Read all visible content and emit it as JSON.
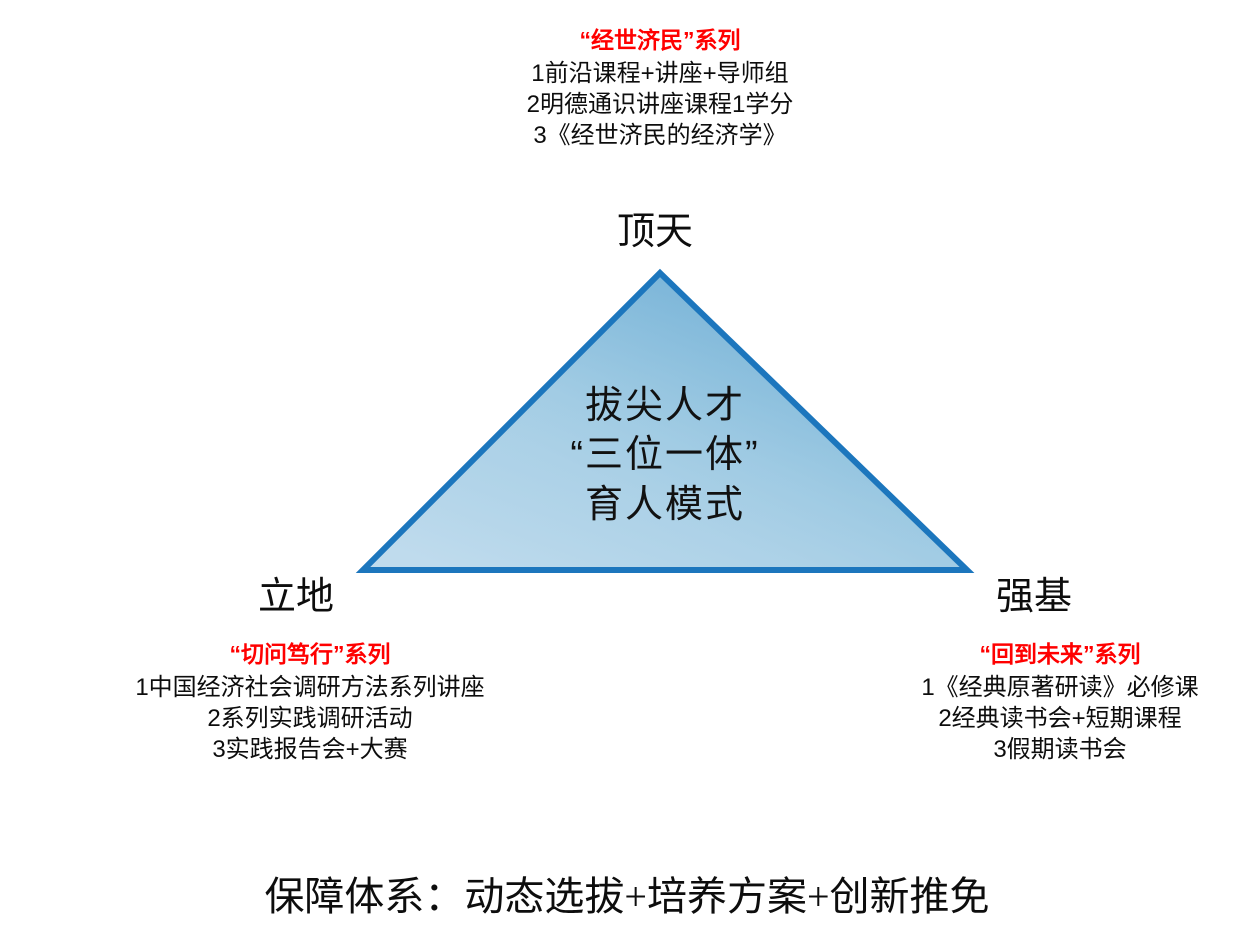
{
  "colors": {
    "accent_red": "#FF0000",
    "triangle_border": "#1C76BD",
    "triangle_fill_light": "#BBD9EC",
    "triangle_fill_dark": "#6FAED6",
    "text": "#0D0D0D",
    "background": "#FFFFFF"
  },
  "triangle": {
    "center_lines": [
      "拔尖人才",
      "“三位一体”",
      "育人模式"
    ]
  },
  "vertices": {
    "top": "顶天",
    "left": "立地",
    "right": "强基"
  },
  "blocks": {
    "top": {
      "series_title": "“经世济民”系列",
      "items": [
        "1前沿课程+讲座+导师组",
        "2明德通识讲座课程1学分",
        "3《经世济民的经济学》"
      ]
    },
    "left": {
      "series_title": "“切问笃行”系列",
      "items": [
        "1中国经济社会调研方法系列讲座",
        "2系列实践调研活动",
        "3实践报告会+大赛"
      ]
    },
    "right": {
      "series_title": "“回到未来”系列",
      "items": [
        "1《经典原著研读》必修课",
        "2经典读书会+短期课程",
        "3假期读书会"
      ]
    }
  },
  "caption": "保障体系：动态选拔+培养方案+创新推免"
}
